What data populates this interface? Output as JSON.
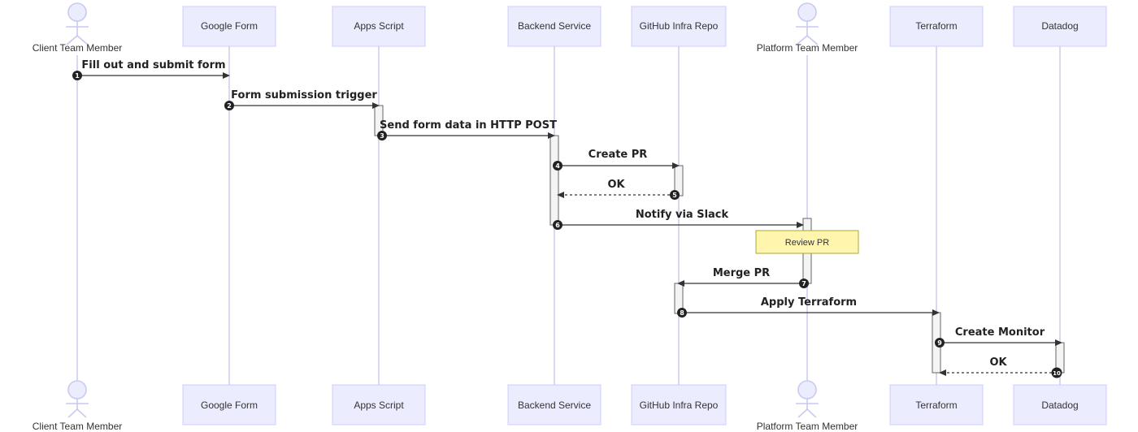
{
  "participants": [
    {
      "id": "client",
      "label": "Client Team Member",
      "kind": "actor"
    },
    {
      "id": "form",
      "label": "Google Form",
      "kind": "box"
    },
    {
      "id": "script",
      "label": "Apps Script",
      "kind": "box"
    },
    {
      "id": "backend",
      "label": "Backend Service",
      "kind": "box"
    },
    {
      "id": "repo",
      "label": "GitHub Infra Repo",
      "kind": "box"
    },
    {
      "id": "platform",
      "label": "Platform Team Member",
      "kind": "actor"
    },
    {
      "id": "terraform",
      "label": "Terraform",
      "kind": "box"
    },
    {
      "id": "datadog",
      "label": "Datadog",
      "kind": "box"
    }
  ],
  "messages": [
    {
      "seq": "1",
      "from": "client",
      "to": "form",
      "label": "Fill out and submit form",
      "style": "solid"
    },
    {
      "seq": "2",
      "from": "form",
      "to": "script",
      "label": "Form submission trigger",
      "style": "solid"
    },
    {
      "seq": "3",
      "from": "script",
      "to": "backend",
      "label": "Send form data in HTTP POST",
      "style": "solid"
    },
    {
      "seq": "4",
      "from": "backend",
      "to": "repo",
      "label": "Create PR",
      "style": "solid"
    },
    {
      "seq": "5",
      "from": "repo",
      "to": "backend",
      "label": "OK",
      "style": "dashed"
    },
    {
      "seq": "6",
      "from": "backend",
      "to": "platform",
      "label": "Notify via Slack",
      "style": "solid"
    },
    {
      "seq": "7",
      "from": "platform",
      "to": "repo",
      "label": "Merge PR",
      "style": "solid"
    },
    {
      "seq": "8",
      "from": "repo",
      "to": "terraform",
      "label": "Apply Terraform",
      "style": "solid"
    },
    {
      "seq": "9",
      "from": "terraform",
      "to": "datadog",
      "label": "Create Monitor",
      "style": "solid"
    },
    {
      "seq": "10",
      "from": "datadog",
      "to": "terraform",
      "label": "OK",
      "style": "dashed"
    }
  ],
  "notes": [
    {
      "over": "platform",
      "label": "Review PR"
    }
  ]
}
